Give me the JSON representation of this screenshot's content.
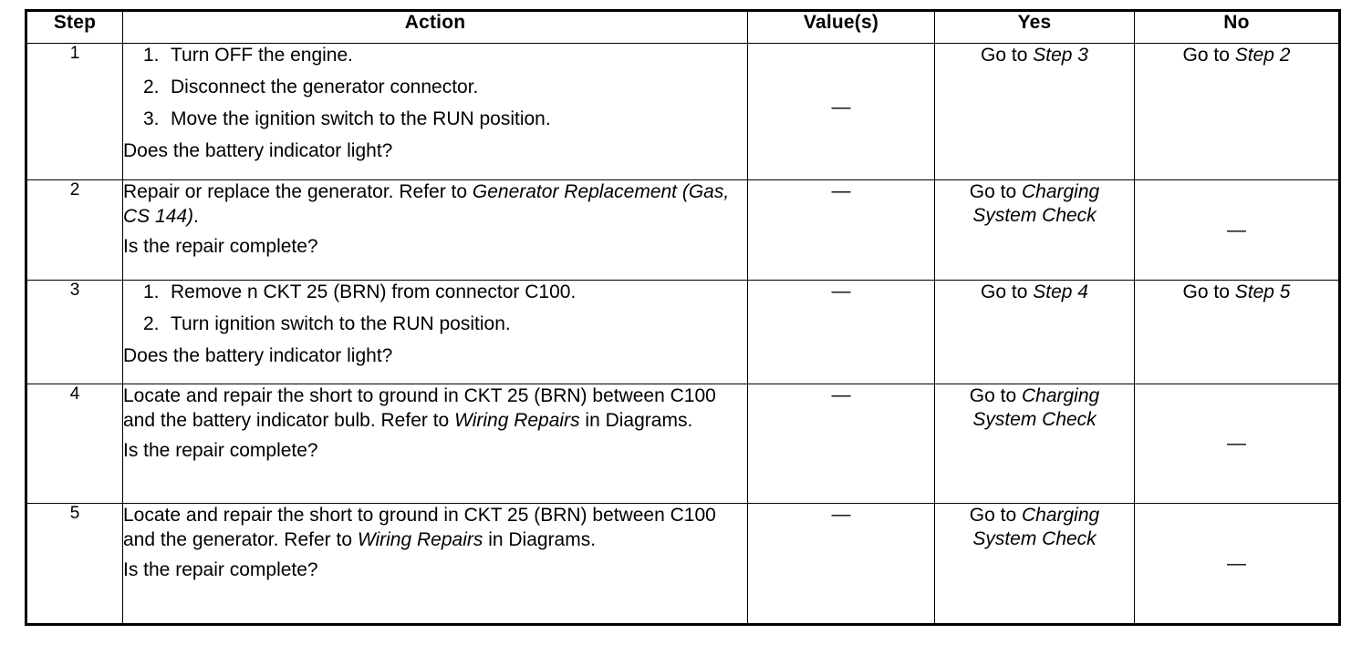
{
  "document": {
    "type": "diagnostic-procedure-table",
    "dash_symbol": "—"
  },
  "table": {
    "headers": {
      "step": "Step",
      "action": "Action",
      "value": "Value(s)",
      "yes": "Yes",
      "no": "No"
    },
    "rows": [
      {
        "step": "1",
        "action": {
          "list": [
            {
              "num": "1.",
              "text": "Turn OFF the engine."
            },
            {
              "num": "2.",
              "text": "Disconnect the generator connector."
            },
            {
              "num": "3.",
              "text": "Move the ignition switch to the RUN position."
            }
          ],
          "question": "Does the battery indicator light?"
        },
        "value": "—",
        "yes": {
          "lead": "Go to ",
          "italic": "Step 3"
        },
        "no": {
          "lead": "Go to ",
          "italic": "Step 2"
        }
      },
      {
        "step": "2",
        "action": {
          "para_lead": "Repair or replace the generator. Refer to ",
          "para_italic": "Generator Replacement (Gas, CS 144)",
          "para_tail": ".",
          "question": "Is the repair complete?"
        },
        "value": "—",
        "yes": {
          "lead": "Go to ",
          "italic_line1": "Charging",
          "italic_line2": "System Check"
        },
        "no": {
          "dash": "—"
        }
      },
      {
        "step": "3",
        "action": {
          "list": [
            {
              "num": "1.",
              "text": "Remove n CKT 25 (BRN) from connector C100."
            },
            {
              "num": "2.",
              "text": "Turn ignition switch to the RUN position."
            }
          ],
          "question": "Does the battery indicator light?"
        },
        "value": "—",
        "yes": {
          "lead": "Go to ",
          "italic": "Step 4"
        },
        "no": {
          "lead": "Go to ",
          "italic": "Step 5"
        }
      },
      {
        "step": "4",
        "action": {
          "para_lead": "Locate and repair the short to ground in CKT 25 (BRN) between C100 and the battery indicator bulb. Refer to ",
          "para_italic": "Wiring Repairs",
          "para_tail": " in Diagrams.",
          "question": "Is the repair complete?"
        },
        "value": "—",
        "yes": {
          "lead": "Go to ",
          "italic_line1": "Charging",
          "italic_line2": "System Check"
        },
        "no": {
          "dash": "—"
        }
      },
      {
        "step": "5",
        "action": {
          "para_lead": "Locate and repair the short to ground in CKT 25 (BRN) between C100 and the generator. Refer to ",
          "para_italic": "Wiring Repairs",
          "para_tail": " in Diagrams.",
          "question": "Is the repair complete?"
        },
        "value": "—",
        "yes": {
          "lead": "Go to ",
          "italic_line1": "Charging",
          "italic_line2": "System Check"
        },
        "no": {
          "dash": "—"
        }
      }
    ]
  }
}
